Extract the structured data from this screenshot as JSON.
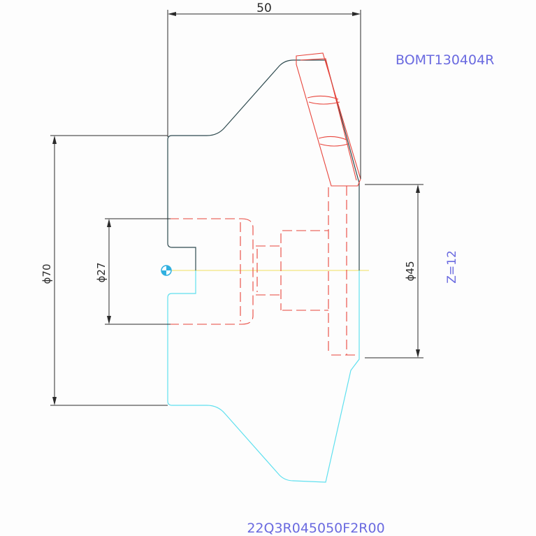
{
  "dimensions": {
    "width_top": "50",
    "dia_outer": "ϕ70",
    "dia_bore": "ϕ27",
    "dia_pilot": "ϕ45"
  },
  "labels": {
    "insert_code": "BOMT130404R",
    "teeth": "Z=12",
    "part_code": "22Q3R045050F2R00"
  },
  "colors": {
    "outline_dark": "#2e4a4f",
    "outline_cyan": "#5fe0ef",
    "insert_red": "#e8453c",
    "dim_line": "#2a2a2a",
    "label_blue": "#6a6ae0",
    "centerline": "#f0e060"
  }
}
